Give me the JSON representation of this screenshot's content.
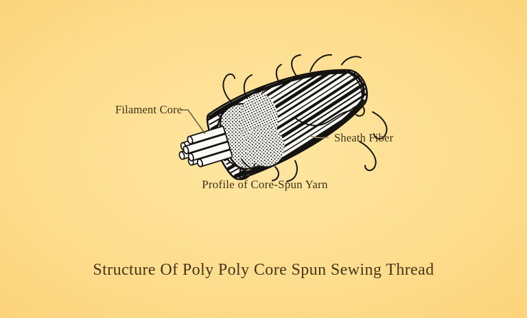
{
  "page": {
    "background": {
      "center_color": "#fee6a2",
      "edge_color": "#fbc95d"
    }
  },
  "diagram": {
    "illustration": "core-spun-yarn-drawing",
    "labels": {
      "filament_core": "Filament Core",
      "sheath_fiber": "Sheath Fiber"
    },
    "caption": "Profile of Core-Spun Yarn"
  },
  "title": "Structure Of Poly Poly Core Spun Sewing Thread",
  "colors": {
    "text": "#3f3118",
    "ink": "#15130f",
    "paper": "#fdfbf5",
    "leader_line": "#8a7a57"
  }
}
